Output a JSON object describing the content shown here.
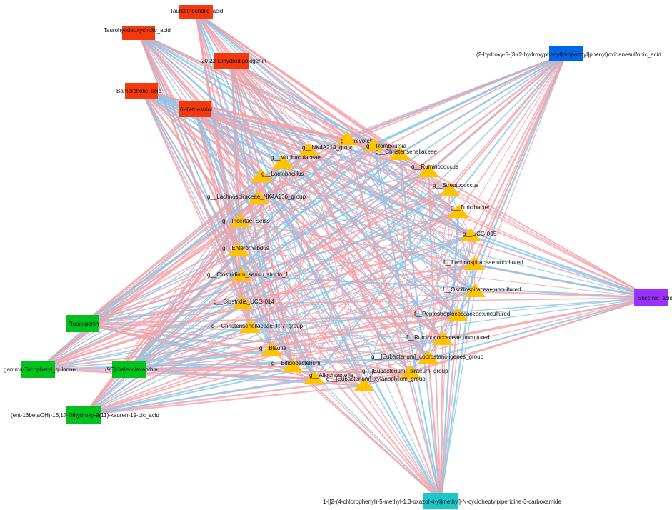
{
  "colors": {
    "edge_positive": "#f4a0a8",
    "edge_negative": "#86c4ea",
    "genus_node": "#ffc300",
    "group_red": "#f43a0c",
    "group_blue": "#0066e6",
    "group_purple": "#9b30ff",
    "group_green": "#00c21f",
    "group_cyan": "#18c8cc"
  },
  "metabolites": [
    {
      "id": "m1",
      "label": "Taurolithocholic_acid",
      "color": "group_red"
    },
    {
      "id": "m2",
      "label": "Taurohyodeoxycholic_acid",
      "color": "group_red"
    },
    {
      "id": "m3",
      "label": "20,22-Dihydrodigoxigenin",
      "color": "group_red"
    },
    {
      "id": "m4",
      "label": "Bamorcholic_acid",
      "color": "group_red"
    },
    {
      "id": "m5",
      "label": "6-Ketoestriol",
      "color": "group_red"
    },
    {
      "id": "m6",
      "label": "(2-hydroxy-5-[3-(2-hydroxyphenyl)propanoyl]phenyl)oxidanesulfonic_acid",
      "color": "group_blue"
    },
    {
      "id": "m7",
      "label": "Succinic_acid",
      "color": "group_purple"
    },
    {
      "id": "m8",
      "label": "Ruscogenin",
      "color": "group_green"
    },
    {
      "id": "m9",
      "label": "gamma-Tocopheryl_quinone",
      "color": "group_green"
    },
    {
      "id": "m10",
      "label": "(9E)-Valenciaxanthin",
      "color": "group_green"
    },
    {
      "id": "m11",
      "label": "(ent-16betaOH)-16,17-Dihydroxy-9(11)-kauren-19-oic_acid",
      "color": "group_green"
    },
    {
      "id": "m12",
      "label": "1-[[2-(4-chlorophenyl)-5-methyl-1,3-oxazol-4-yl]methyl]-N-cycloheptylpiperidine-3-carboxamide",
      "color": "group_cyan"
    }
  ],
  "taxa": [
    {
      "id": "t1",
      "label": "g__Prevotella"
    },
    {
      "id": "t2",
      "label": "g__Romboutsia"
    },
    {
      "id": "t3",
      "label": "g__NK4A214_group"
    },
    {
      "id": "t4",
      "label": "g__Christensenellaceae"
    },
    {
      "id": "t5",
      "label": "g__Muribaculaceae"
    },
    {
      "id": "t6",
      "label": "g__Ruminococcus"
    },
    {
      "id": "t7",
      "label": "g__Lactobacillus"
    },
    {
      "id": "t8",
      "label": "g__Streptococcus"
    },
    {
      "id": "t9",
      "label": "g__Lachnospiraceae_NK4A136_group"
    },
    {
      "id": "t10",
      "label": "g__Turicibacter"
    },
    {
      "id": "t11",
      "label": "g__Incertae_Sedis"
    },
    {
      "id": "t12",
      "label": "g__UCG-005"
    },
    {
      "id": "t13",
      "label": "g__Enterorhabdus"
    },
    {
      "id": "t14",
      "label": "f__Lachnospiraceae;uncultured"
    },
    {
      "id": "t15",
      "label": "g__Clostridium_sensu_stricto_1"
    },
    {
      "id": "t16",
      "label": "f__Oscillospiraceae;uncultured"
    },
    {
      "id": "t17",
      "label": "g__Clostridia_UCG-014"
    },
    {
      "id": "t18",
      "label": "f__Peptostreptococcaceae;uncultured"
    },
    {
      "id": "t19",
      "label": "g__Christensenellaceae_R-7_group"
    },
    {
      "id": "t20",
      "label": "f__Ruminococcaceae;uncultured"
    },
    {
      "id": "t21",
      "label": "g__Blautia"
    },
    {
      "id": "t22",
      "label": "g__[Eubacterium]_coprostanoligenes_group"
    },
    {
      "id": "t23",
      "label": "g__Bifidobacterium"
    },
    {
      "id": "t24",
      "label": "g__[Eubacterium]_siraeum_group"
    },
    {
      "id": "t25",
      "label": "g__Alloprevotella"
    },
    {
      "id": "t26",
      "label": "g__[Eubacterium]_xylanophilum_group"
    }
  ]
}
